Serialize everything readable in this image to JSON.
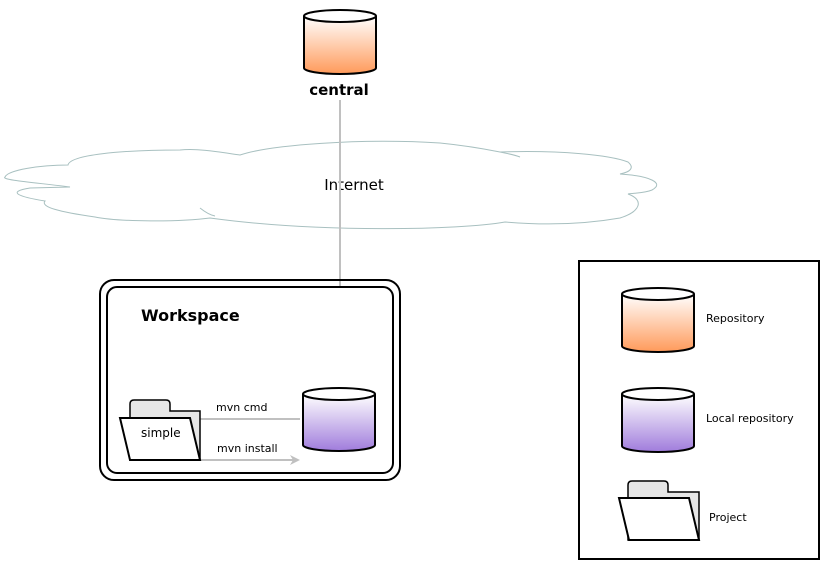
{
  "diagram": {
    "central": {
      "label": "central"
    },
    "cloud": {
      "label": "Internet"
    },
    "workspace": {
      "title": "Workspace",
      "project": {
        "label": "simple"
      },
      "edges": [
        {
          "label": "mvn cmd",
          "from": "local-repository",
          "to": "project"
        },
        {
          "label": "mvn install",
          "from": "project",
          "to": "local-repository"
        }
      ]
    },
    "edges": [
      {
        "from": "central",
        "to": "local-repository"
      }
    ],
    "legend": {
      "items": [
        {
          "label": "Repository",
          "kind": "repository"
        },
        {
          "label": "Local repository",
          "kind": "local-repository"
        },
        {
          "label": "Project",
          "kind": "project"
        }
      ]
    },
    "colors": {
      "repository": "#ff9a5a",
      "local_repository": "#a07cdc",
      "folder_tab": "#e6e6e6",
      "arrow": "#c0c0c0",
      "cloud_stroke": "#a8c0c0"
    }
  }
}
